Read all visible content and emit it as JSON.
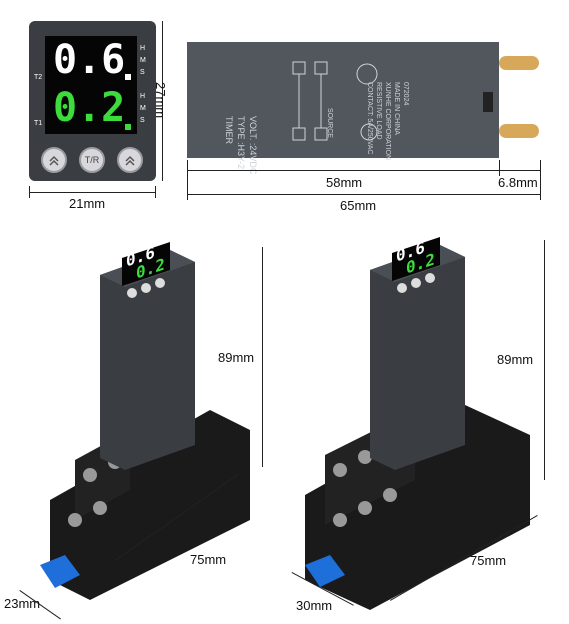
{
  "front_panel": {
    "top_display": "0.6",
    "bottom_display": "0.2",
    "t2_label": "T2",
    "t1_label": "T1",
    "unit_h": "H",
    "unit_m": "M",
    "unit_s": "S",
    "button_left": "up",
    "button_center": "T/R",
    "button_right": "up",
    "width_label": "21mm",
    "height_label": "27mm"
  },
  "side_view": {
    "line1": "TIMER",
    "line2": "TYPE :H3Y-2",
    "line3": "VOLT. :24VDC",
    "spec1": "CONTACT: 5A/250VAC",
    "spec2": "RESISTIVE LOAD",
    "spec3": "XUNHE CORPORATION",
    "spec4": "MADE IN CHINA",
    "spec5": "072024",
    "source": "SOURCE",
    "body_length_label": "58mm",
    "pin_length_label": "6.8mm",
    "total_length_label": "65mm"
  },
  "left_unit": {
    "height_label": "89mm",
    "length_label": "75mm",
    "width_label": "23mm",
    "top_display": "0.6",
    "bottom_display": "0.2"
  },
  "right_unit": {
    "height_label": "89mm",
    "length_label": "75mm",
    "width_label": "30mm",
    "top_display": "0.6",
    "bottom_display": "0.2"
  },
  "colors": {
    "body": "#3a3d42",
    "display_white": "#ffffff",
    "display_green": "#3ddc3d",
    "base_black": "#1a1a1a",
    "clip_blue": "#1e6fd9"
  }
}
